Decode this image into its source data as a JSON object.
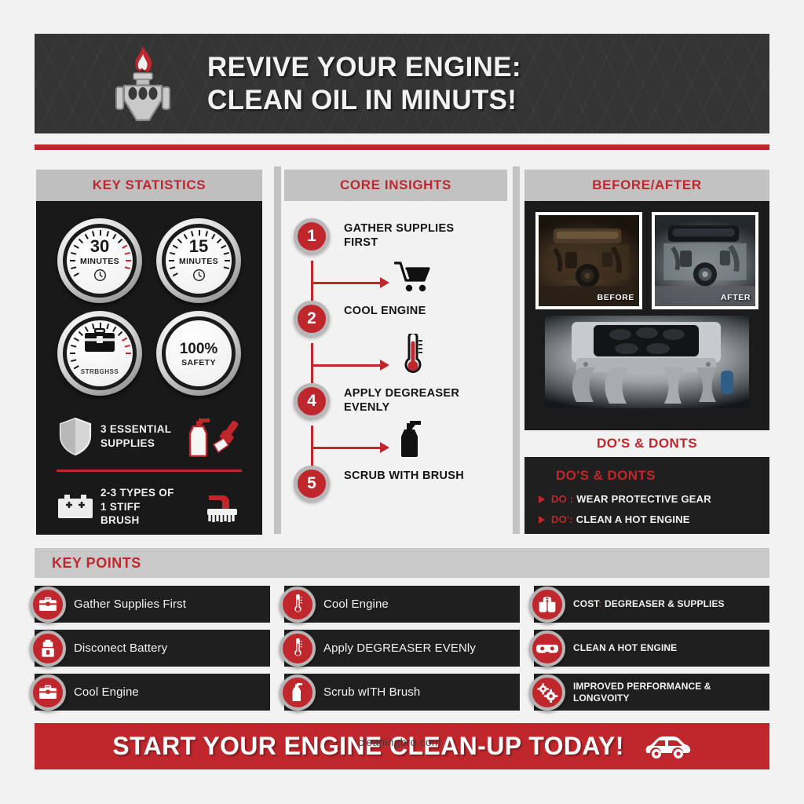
{
  "header": {
    "title_line1": "REVIVE YOUR ENGINE:",
    "title_line2": "CLEAN OIL IN MINUTS!",
    "logo_icon": "engine-flame-icon"
  },
  "key_statistics": {
    "panel_title": "KEY STATISTICS",
    "gauges": [
      {
        "value": "30",
        "label": "MINUTES",
        "sub": "",
        "icon": "clock-icon"
      },
      {
        "value": "15",
        "label": "MINUTES",
        "sub": "",
        "icon": "clock-icon"
      },
      {
        "value": "",
        "label": "",
        "sub": "STRBGHSS",
        "icon": "toolbox-icon"
      },
      {
        "value": "100%",
        "label": "SAFETY",
        "sub": "",
        "icon": "none"
      }
    ],
    "rows": [
      {
        "icon": "shield-icon",
        "text_line1": "3 ESSENTIAL",
        "text_line2": "SUPPLIES",
        "tools": [
          "spray-bottle-icon",
          "paintbrush-icon"
        ]
      },
      {
        "icon": "battery-icon",
        "text_line1": "2-3 TYPES OF",
        "text_line2": "1 STIFF BRUSH",
        "tools": [
          "scrub-brush-icon"
        ]
      }
    ]
  },
  "core_insights": {
    "panel_title": "CORE INSIGHTS",
    "steps": [
      {
        "number": "1",
        "text": "GATHER SUPPLIES FIRST",
        "connector_icon": "shopping-cart-icon"
      },
      {
        "number": "2",
        "text": "COOL ENGINE",
        "connector_icon": "thermometer-icon"
      },
      {
        "number": "4",
        "text": "APPLY DEGREASER EVENLY",
        "connector_icon": "spray-bottle-icon"
      },
      {
        "number": "5",
        "text": "SCRUB WITH BRUSH",
        "connector_icon": ""
      }
    ]
  },
  "before_after": {
    "panel_title": "BEFORE/AFTER",
    "before_label": "BEFORE",
    "after_label": "AFTER",
    "wide_image_alt": "engine-intake-manifold-photo"
  },
  "dos_donts": {
    "section_title": "DO'S & DONTS",
    "inner_title": "DO'S & DONTS",
    "items": [
      {
        "key": "DO :",
        "value": "WEAR PROTECTIVE GEAR"
      },
      {
        "key": "DO':",
        "value": "CLEAN A HOT ENGINE"
      }
    ]
  },
  "key_points": {
    "section_title": "KEY POINTS",
    "column1": [
      {
        "icon": "toolbox-icon",
        "label": "Gather Supplies First"
      },
      {
        "icon": "battery-icon",
        "label": "Disconect Battery"
      },
      {
        "icon": "toolbox-icon",
        "label": "Cool Engine"
      }
    ],
    "column2": [
      {
        "icon": "thermometer-icon",
        "label": "Cool Engine"
      },
      {
        "icon": "thermometer-icon",
        "label": "Apply DEGREASER EVENly"
      },
      {
        "icon": "spray-bottle-icon",
        "label": "Scrub wITH Brush"
      }
    ],
    "column3": [
      {
        "icon": "gloves-icon",
        "label_pre": "COST",
        "label_colon": ":",
        "label_post": " DEGREASER & SUPPLIES"
      },
      {
        "icon": "goggles-icon",
        "label_pre": "CLEAN A HOT ENGINE",
        "label_colon": "",
        "label_post": ""
      },
      {
        "icon": "gears-icon",
        "label_pre": "IMPROVED PERFORMANCE & LONGVOITY",
        "label_colon": "",
        "label_post": ""
      }
    ]
  },
  "cta": {
    "text": "START YOUR ENGINE CLEAN-UP TODAY!",
    "icon": "car-icon"
  },
  "watermark": {
    "text": "cleaningbro.com"
  },
  "colors": {
    "accent_red": "#c0272d",
    "dark_panel": "#1f1f1f",
    "header_dark": "#343434",
    "panel_header_grey": "#c2c2c2",
    "page_bg": "#f2f2f2"
  }
}
